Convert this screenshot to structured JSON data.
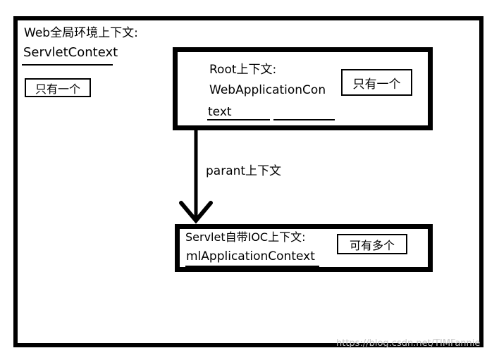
{
  "colors": {
    "background": "#ffffff",
    "line": "#000000",
    "watermark_text": "#c9c9c9"
  },
  "outer": {
    "title": "Web全局环境上下文:",
    "subtitle": "ServletContext",
    "badge": "只有一个"
  },
  "root_box": {
    "line1": "Root上下文:",
    "line2": "WebApplicationCon",
    "line3": "text",
    "badge": "只有一个"
  },
  "arrow": {
    "label": "parant上下文"
  },
  "servlet_box": {
    "line1": "Servlet自带IOC上下文:",
    "line2": "mlApplicationContext",
    "badge": "可有多个"
  },
  "watermark": "https://blog.csdn.net/TIMFannie"
}
